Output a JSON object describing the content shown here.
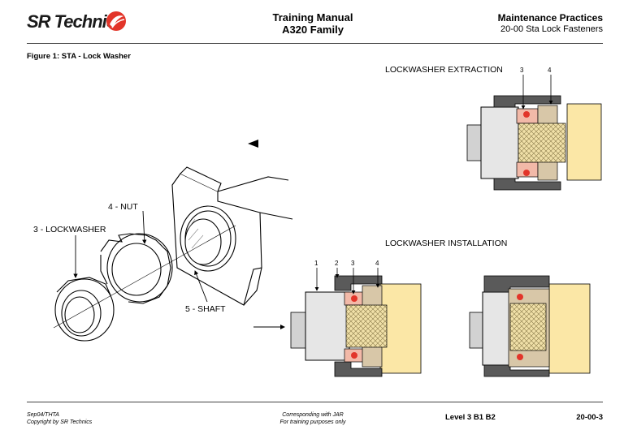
{
  "header": {
    "logo_text": "SR Technics",
    "title_line1": "Training Manual",
    "title_line2": "A320 Family",
    "section_title": "Maintenance Practices",
    "section_subtitle": "20-00 Sta Lock Fasteners"
  },
  "figure": {
    "title": "Figure 1: STA - Lock Washer",
    "labels": {
      "nut": "4 - NUT",
      "lockwasher": "3 - LOCKWASHER",
      "shaft": "5 - SHAFT",
      "extraction": "LOCKWASHER EXTRACTION",
      "installation": "LOCKWASHER INSTALLATION"
    },
    "callouts": {
      "extraction": [
        "3",
        "4"
      ],
      "installation": [
        "1",
        "2",
        "3",
        "4"
      ]
    }
  },
  "footer": {
    "date_line": "Sep04/THTA",
    "copyright": "Copyright by SR Technics",
    "jar_line1": "Corresponding with JAR",
    "jar_line2": "For training purposes only",
    "level": "Level 3 B1 B2",
    "page_number": "20-00-3"
  },
  "colors": {
    "housing_gray": "#5a5a5a",
    "light_gray": "#d2d2d2",
    "brass": "#f0e0a8",
    "shaft_yellow": "#fbe7a6",
    "seal_pink": "#f2b9a8",
    "seal_red": "#e2352a",
    "washer_tan": "#d8c7a8"
  }
}
